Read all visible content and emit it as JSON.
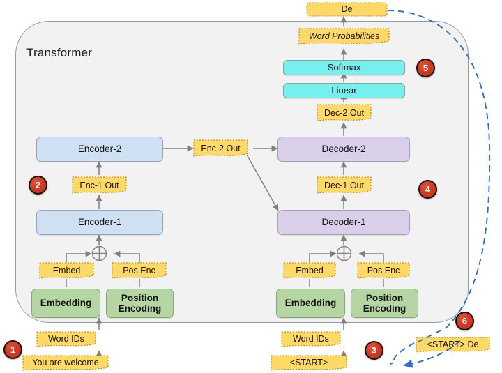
{
  "diagram": {
    "title": "Transformer",
    "container_label": "Transformer"
  },
  "encoder_stack": {
    "encoder_1": "Encoder-1",
    "encoder_2": "Encoder-2",
    "enc_1_out": "Enc-1 Out",
    "enc_2_out": "Enc-2 Out",
    "embedding": "Embedding",
    "position_encoding": "Position\nEncoding",
    "embed_note": "Embed",
    "pos_enc_note": "Pos Enc",
    "word_ids": "Word IDs",
    "input_sentence": "You are welcome"
  },
  "decoder_stack": {
    "decoder_1": "Decoder-1",
    "decoder_2": "Decoder-2",
    "dec_1_out": "Dec-1 Out",
    "dec_2_out": "Dec-2 Out",
    "linear": "Linear",
    "softmax": "Softmax",
    "word_probabilities": "Word Probabilities",
    "output_token": "De",
    "embedding": "Embedding",
    "position_encoding": "Position\nEncoding",
    "embed_note": "Embed",
    "pos_enc_note": "Pos Enc",
    "word_ids": "Word IDs",
    "start_token": "<START>",
    "feedback_token": "<START> De"
  },
  "badges": [
    {
      "id": "1",
      "label": "1"
    },
    {
      "id": "2",
      "label": "2"
    },
    {
      "id": "3",
      "label": "3"
    },
    {
      "id": "4",
      "label": "4"
    },
    {
      "id": "5",
      "label": "5"
    },
    {
      "id": "6",
      "label": "6"
    }
  ],
  "colors": {
    "encoder_fill": "#cfe0f2",
    "decoder_fill": "#d9cfe8",
    "embedding_fill": "#b5d6a3",
    "linear_softmax_fill": "#76efef",
    "note_fill": "#ffd966",
    "badge_fill": "#cf3b22",
    "container_fill": "#f2f2f2",
    "arrow_color": "#808080",
    "feedback_arrow_color": "#3b6fc4"
  }
}
